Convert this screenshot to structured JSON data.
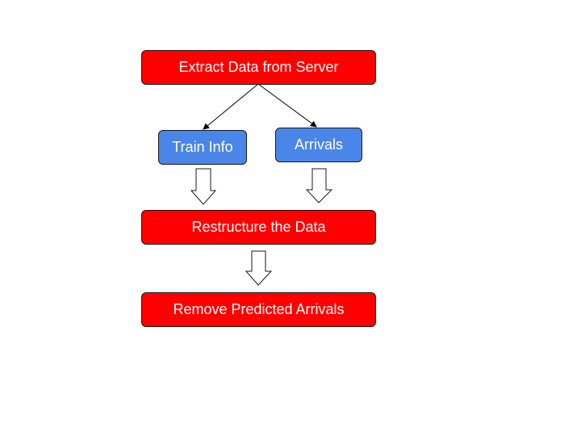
{
  "colors": {
    "process_fill": "#ff0000",
    "data_fill": "#4a86e8",
    "text": "#ffffff",
    "border": "#1a1a1a",
    "arrow_fill": "#ffffff"
  },
  "nodes": {
    "extract": "Extract Data from Server",
    "train_info": "Train Info",
    "arrivals": "Arrivals",
    "restructure": "Restructure the Data",
    "remove": "Remove Predicted Arrivals"
  },
  "edges": [
    {
      "from": "extract",
      "to": "train_info",
      "style": "line-arrow"
    },
    {
      "from": "extract",
      "to": "arrivals",
      "style": "line-arrow"
    },
    {
      "from": "train_info",
      "to": "restructure",
      "style": "block-arrow"
    },
    {
      "from": "arrivals",
      "to": "restructure",
      "style": "block-arrow"
    },
    {
      "from": "restructure",
      "to": "remove",
      "style": "block-arrow"
    }
  ]
}
